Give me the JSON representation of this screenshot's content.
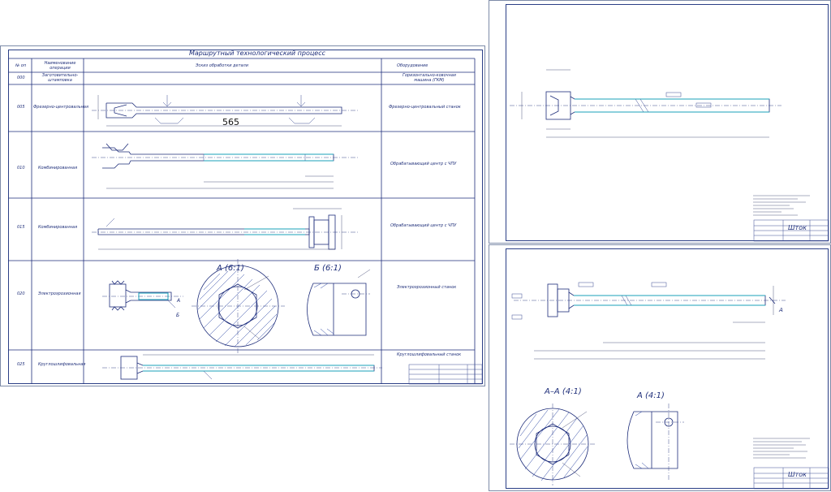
{
  "route_sheet": {
    "title": "Маршрутный технологический процесс",
    "headers": [
      "№ оп",
      "Наименование операции",
      "Эскиз обработки детали",
      "Оборудование"
    ],
    "rows": [
      {
        "num": "000",
        "operation": "Заготовительно-штамповка",
        "equipment": "Горизонтально-ковочная машина (ГКМ)"
      },
      {
        "num": "005",
        "operation": "Фрезерно-центровальная",
        "equipment": "Фрезерно-центровальный станок"
      },
      {
        "num": "010",
        "operation": "Комбинированная",
        "equipment": "Обрабатывающий центр с ЧПУ"
      },
      {
        "num": "015",
        "operation": "Комбинированная",
        "equipment": "Обрабатывающий центр с ЧПУ"
      },
      {
        "num": "020",
        "operation": "Электроэрозионная",
        "equipment": "Электроэрозионный станок"
      },
      {
        "num": "025",
        "operation": "Круглошлифовальная",
        "equipment": "Круглошлифовальный станок"
      }
    ],
    "dim_565": "565",
    "section_a_label": "А (6:1)",
    "section_b_label": "Б (6:1)",
    "marker_a": "А",
    "marker_b": "Б"
  },
  "drawing_top": {
    "stamp_title": "Шток"
  },
  "drawing_bottom": {
    "section_aa_label": "А–А (4:1)",
    "view_a_label": "А (4:1)",
    "marker_a": "А",
    "stamp_title": "Шток"
  }
}
